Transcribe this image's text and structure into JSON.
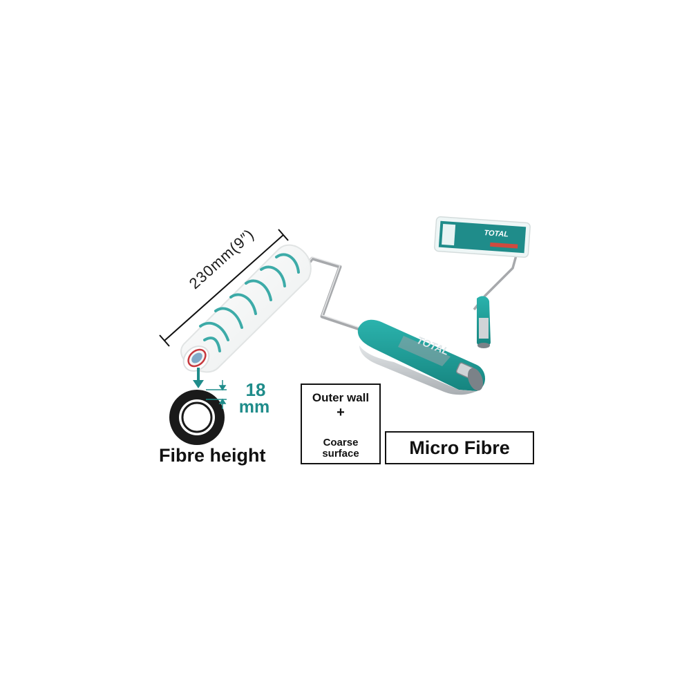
{
  "dimension": {
    "length_label": "230mm(9″)"
  },
  "fibre": {
    "value": "18",
    "unit": "mm",
    "caption": "Fibre height"
  },
  "surface_box": {
    "line1": "Outer wall",
    "plus": "+",
    "line2": "Coarse",
    "line3": "surface"
  },
  "material_box": {
    "label": "Micro Fibre"
  },
  "brand": {
    "handle_logo": "TOTAL",
    "package_logo": "TOTAL"
  },
  "colors": {
    "accent": "#1f8c8a",
    "teal_handle": "#22a09b",
    "grey_handle": "#c9cdd0",
    "frame": "#a7a9ac"
  }
}
